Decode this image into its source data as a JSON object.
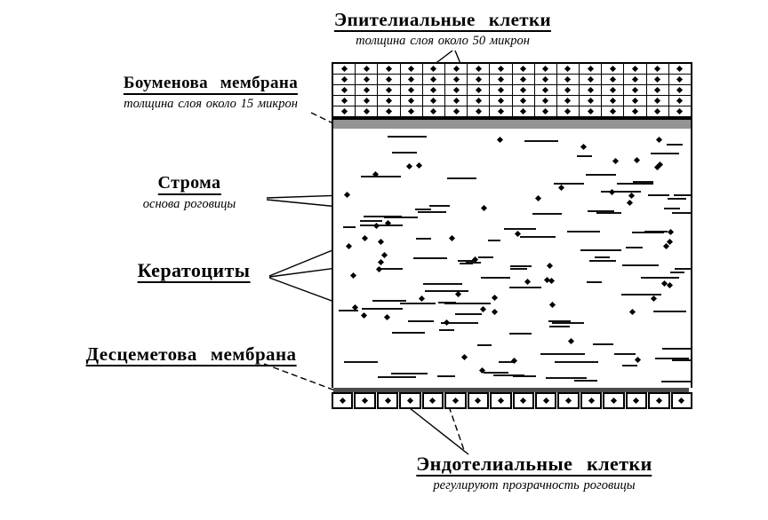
{
  "labels": {
    "epithelium": {
      "title": "Эпителиальные клетки",
      "subtitle": "толщина слоя около 50 микрон"
    },
    "bowman": {
      "title": "Боуменова мембрана",
      "subtitle": "толщина слоя около 15 микрон"
    },
    "stroma": {
      "title": "Строма",
      "subtitle": "основа роговицы"
    },
    "keratocytes": {
      "title": "Кератоциты"
    },
    "descemet": {
      "title": "Десцеметова мембрана"
    },
    "endothelium": {
      "title": "Эндотелиальные клетки",
      "subtitle": "регулируют прозрачность роговицы"
    }
  },
  "colors": {
    "background": "#ffffff",
    "ink": "#000000",
    "bowman_band": "#939393",
    "descemet_band": "#4c4c4c"
  },
  "diagram": {
    "epithelium_rows": 5,
    "epithelium_cols": 16,
    "endothelium_cols": 16
  }
}
